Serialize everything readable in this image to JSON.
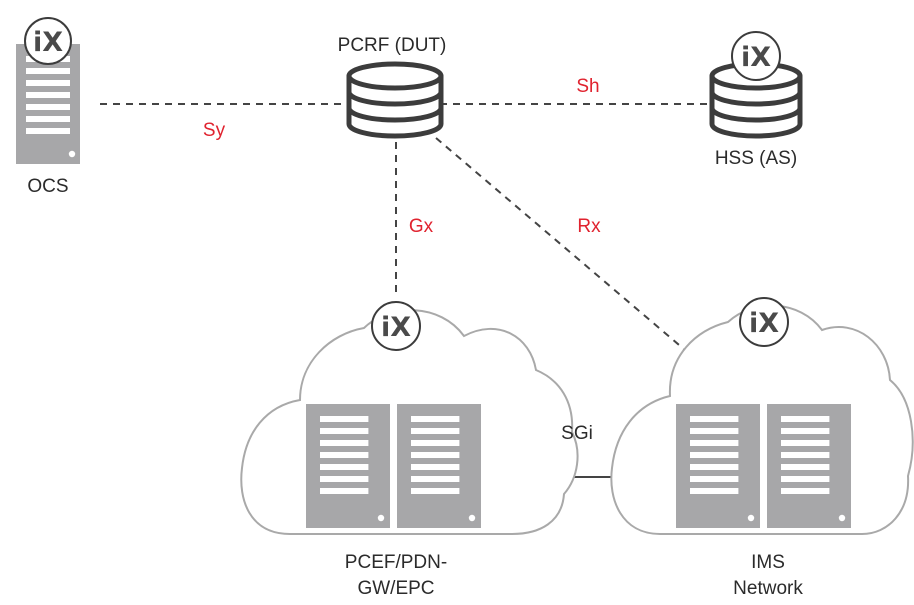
{
  "colors": {
    "interface_label": "#e0232f",
    "server_fill": "#a7a7a9",
    "outline": "#3c3c3c",
    "cloud_stroke": "#a9a9a9",
    "connector": "#444444"
  },
  "badge_text": "iX",
  "nodes": {
    "ocs": {
      "label": "OCS",
      "icon": "server-rack-icon"
    },
    "pcrf": {
      "label": "PCRF (DUT)",
      "icon": "database-icon"
    },
    "hss": {
      "label": "HSS (AS)",
      "icon": "database-icon"
    },
    "pcef": {
      "label_lines": [
        "PCEF/PDN-",
        "GW/EPC"
      ],
      "icon": "cloud-icon"
    },
    "ims": {
      "label_lines": [
        "IMS",
        "Network"
      ],
      "icon": "cloud-icon"
    }
  },
  "interfaces": {
    "sy": "Sy",
    "sh": "Sh",
    "gx": "Gx",
    "rx": "Rx",
    "sgi": "SGi"
  }
}
